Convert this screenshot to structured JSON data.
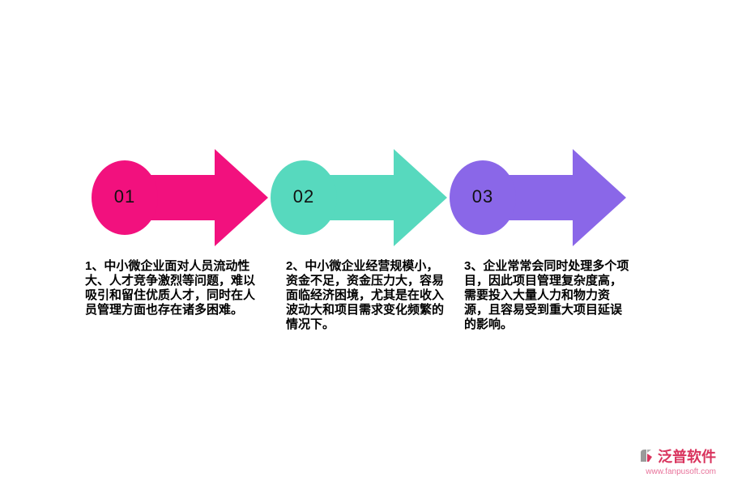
{
  "steps": [
    {
      "number": "01",
      "color": "#F2117E",
      "text": "1、中小微企业面对人员流动性大、人才竞争激烈等问题，难以吸引和留住优质人才，同时在人员管理方面也存在诸多困难。"
    },
    {
      "number": "02",
      "color": "#57D9BE",
      "text": "2、中小微企业经营规模小，资金不足，资金压力大，容易面临经济困境，尤其是在收入波动大和项目需求变化频繁的情况下。"
    },
    {
      "number": "03",
      "color": "#8A67E8",
      "text": "3、企业常常会同时处理多个项目，因此项目管理复杂度高，需要投入大量人力和物力资源，且容易受到重大项目延误的影响。"
    }
  ],
  "brand": {
    "name": "泛普软件",
    "url": "www.fanpusoft.com",
    "name_color": "#D9345E",
    "url_color": "#E8729A"
  }
}
